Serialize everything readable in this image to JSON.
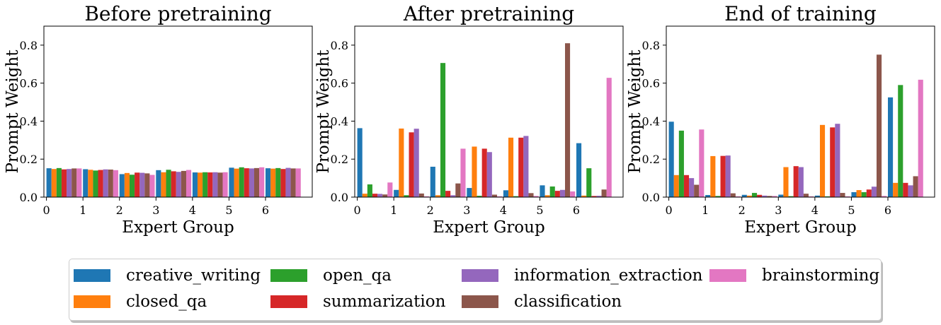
{
  "chart_data": [
    {
      "type": "bar",
      "title": "Before pretraining",
      "xlabel": "Expert Group",
      "ylabel": "Prompt Weight",
      "ylim": [
        0,
        0.9
      ],
      "yticks": [
        0.0,
        0.2,
        0.4,
        0.6,
        0.8
      ],
      "categories": [
        "0",
        "1",
        "2",
        "3",
        "4",
        "5",
        "6"
      ],
      "series": [
        {
          "name": "creative_writing",
          "values": [
            0.152,
            0.147,
            0.121,
            0.142,
            0.13,
            0.155,
            0.152
          ]
        },
        {
          "name": "closed_qa",
          "values": [
            0.148,
            0.144,
            0.127,
            0.131,
            0.129,
            0.15,
            0.15
          ]
        },
        {
          "name": "open_qa",
          "values": [
            0.153,
            0.14,
            0.118,
            0.144,
            0.131,
            0.157,
            0.153
          ]
        },
        {
          "name": "summarization",
          "values": [
            0.146,
            0.143,
            0.129,
            0.136,
            0.13,
            0.152,
            0.148
          ]
        },
        {
          "name": "information_extraction",
          "values": [
            0.148,
            0.146,
            0.128,
            0.133,
            0.131,
            0.151,
            0.154
          ]
        },
        {
          "name": "classification",
          "values": [
            0.151,
            0.145,
            0.125,
            0.138,
            0.129,
            0.153,
            0.151
          ]
        },
        {
          "name": "brainstorming",
          "values": [
            0.151,
            0.142,
            0.117,
            0.143,
            0.131,
            0.157,
            0.151
          ]
        }
      ]
    },
    {
      "type": "bar",
      "title": "After pretraining",
      "xlabel": "Expert Group",
      "ylabel": "Prompt Weight",
      "ylim": [
        0,
        0.9
      ],
      "yticks": [
        0.0,
        0.2,
        0.4,
        0.6,
        0.8
      ],
      "categories": [
        "0",
        "1",
        "2",
        "3",
        "4",
        "5",
        "6"
      ],
      "series": [
        {
          "name": "creative_writing",
          "values": [
            0.363,
            0.038,
            0.16,
            0.048,
            0.036,
            0.062,
            0.284
          ]
        },
        {
          "name": "closed_qa",
          "values": [
            0.018,
            0.361,
            0.01,
            0.266,
            0.313,
            0.01,
            0.008
          ]
        },
        {
          "name": "open_qa",
          "values": [
            0.067,
            0.01,
            0.706,
            0.007,
            0.005,
            0.056,
            0.152
          ]
        },
        {
          "name": "summarization",
          "values": [
            0.018,
            0.341,
            0.033,
            0.255,
            0.313,
            0.033,
            0.006
          ]
        },
        {
          "name": "information_extraction",
          "values": [
            0.017,
            0.36,
            0.01,
            0.237,
            0.322,
            0.038,
            0.007
          ]
        },
        {
          "name": "classification",
          "values": [
            0.014,
            0.019,
            0.072,
            0.013,
            0.021,
            0.81,
            0.04
          ]
        },
        {
          "name": "brainstorming",
          "values": [
            0.077,
            0.004,
            0.255,
            0.004,
            0.006,
            0.03,
            0.628
          ]
        }
      ]
    },
    {
      "type": "bar",
      "title": "End of training",
      "xlabel": "Expert Group",
      "ylabel": "Prompt Weight",
      "ylim": [
        0,
        0.9
      ],
      "yticks": [
        0.0,
        0.2,
        0.4,
        0.6,
        0.8
      ],
      "categories": [
        "0",
        "1",
        "2",
        "3",
        "4",
        "5",
        "6"
      ],
      "series": [
        {
          "name": "creative_writing",
          "values": [
            0.397,
            0.011,
            0.012,
            0.013,
            0.008,
            0.026,
            0.525
          ]
        },
        {
          "name": "closed_qa",
          "values": [
            0.116,
            0.216,
            0.008,
            0.158,
            0.38,
            0.037,
            0.075
          ]
        },
        {
          "name": "open_qa",
          "values": [
            0.35,
            0.006,
            0.022,
            0.005,
            0.004,
            0.026,
            0.59
          ]
        },
        {
          "name": "summarization",
          "values": [
            0.116,
            0.217,
            0.012,
            0.163,
            0.367,
            0.04,
            0.075
          ]
        },
        {
          "name": "information_extraction",
          "values": [
            0.1,
            0.219,
            0.008,
            0.158,
            0.386,
            0.055,
            0.062
          ]
        },
        {
          "name": "classification",
          "values": [
            0.065,
            0.02,
            0.006,
            0.018,
            0.022,
            0.75,
            0.11
          ]
        },
        {
          "name": "brainstorming",
          "values": [
            0.356,
            0.004,
            0.006,
            0.004,
            0.004,
            0.006,
            0.618
          ]
        }
      ]
    }
  ],
  "colors": {
    "creative_writing": "#1f77b4",
    "closed_qa": "#ff7f0e",
    "open_qa": "#2ca02c",
    "summarization": "#d62728",
    "information_extraction": "#9467bd",
    "classification": "#8c564b",
    "brainstorming": "#e377c2"
  },
  "legend": {
    "placement": "bottom-center",
    "items": [
      {
        "label": "creative_writing",
        "series": "creative_writing"
      },
      {
        "label": "closed_qa",
        "series": "closed_qa"
      },
      {
        "label": "open_qa",
        "series": "open_qa"
      },
      {
        "label": "summarization",
        "series": "summarization"
      },
      {
        "label": "information_extraction",
        "series": "information_extraction"
      },
      {
        "label": "classification",
        "series": "classification"
      },
      {
        "label": "brainstorming",
        "series": "brainstorming"
      }
    ]
  }
}
